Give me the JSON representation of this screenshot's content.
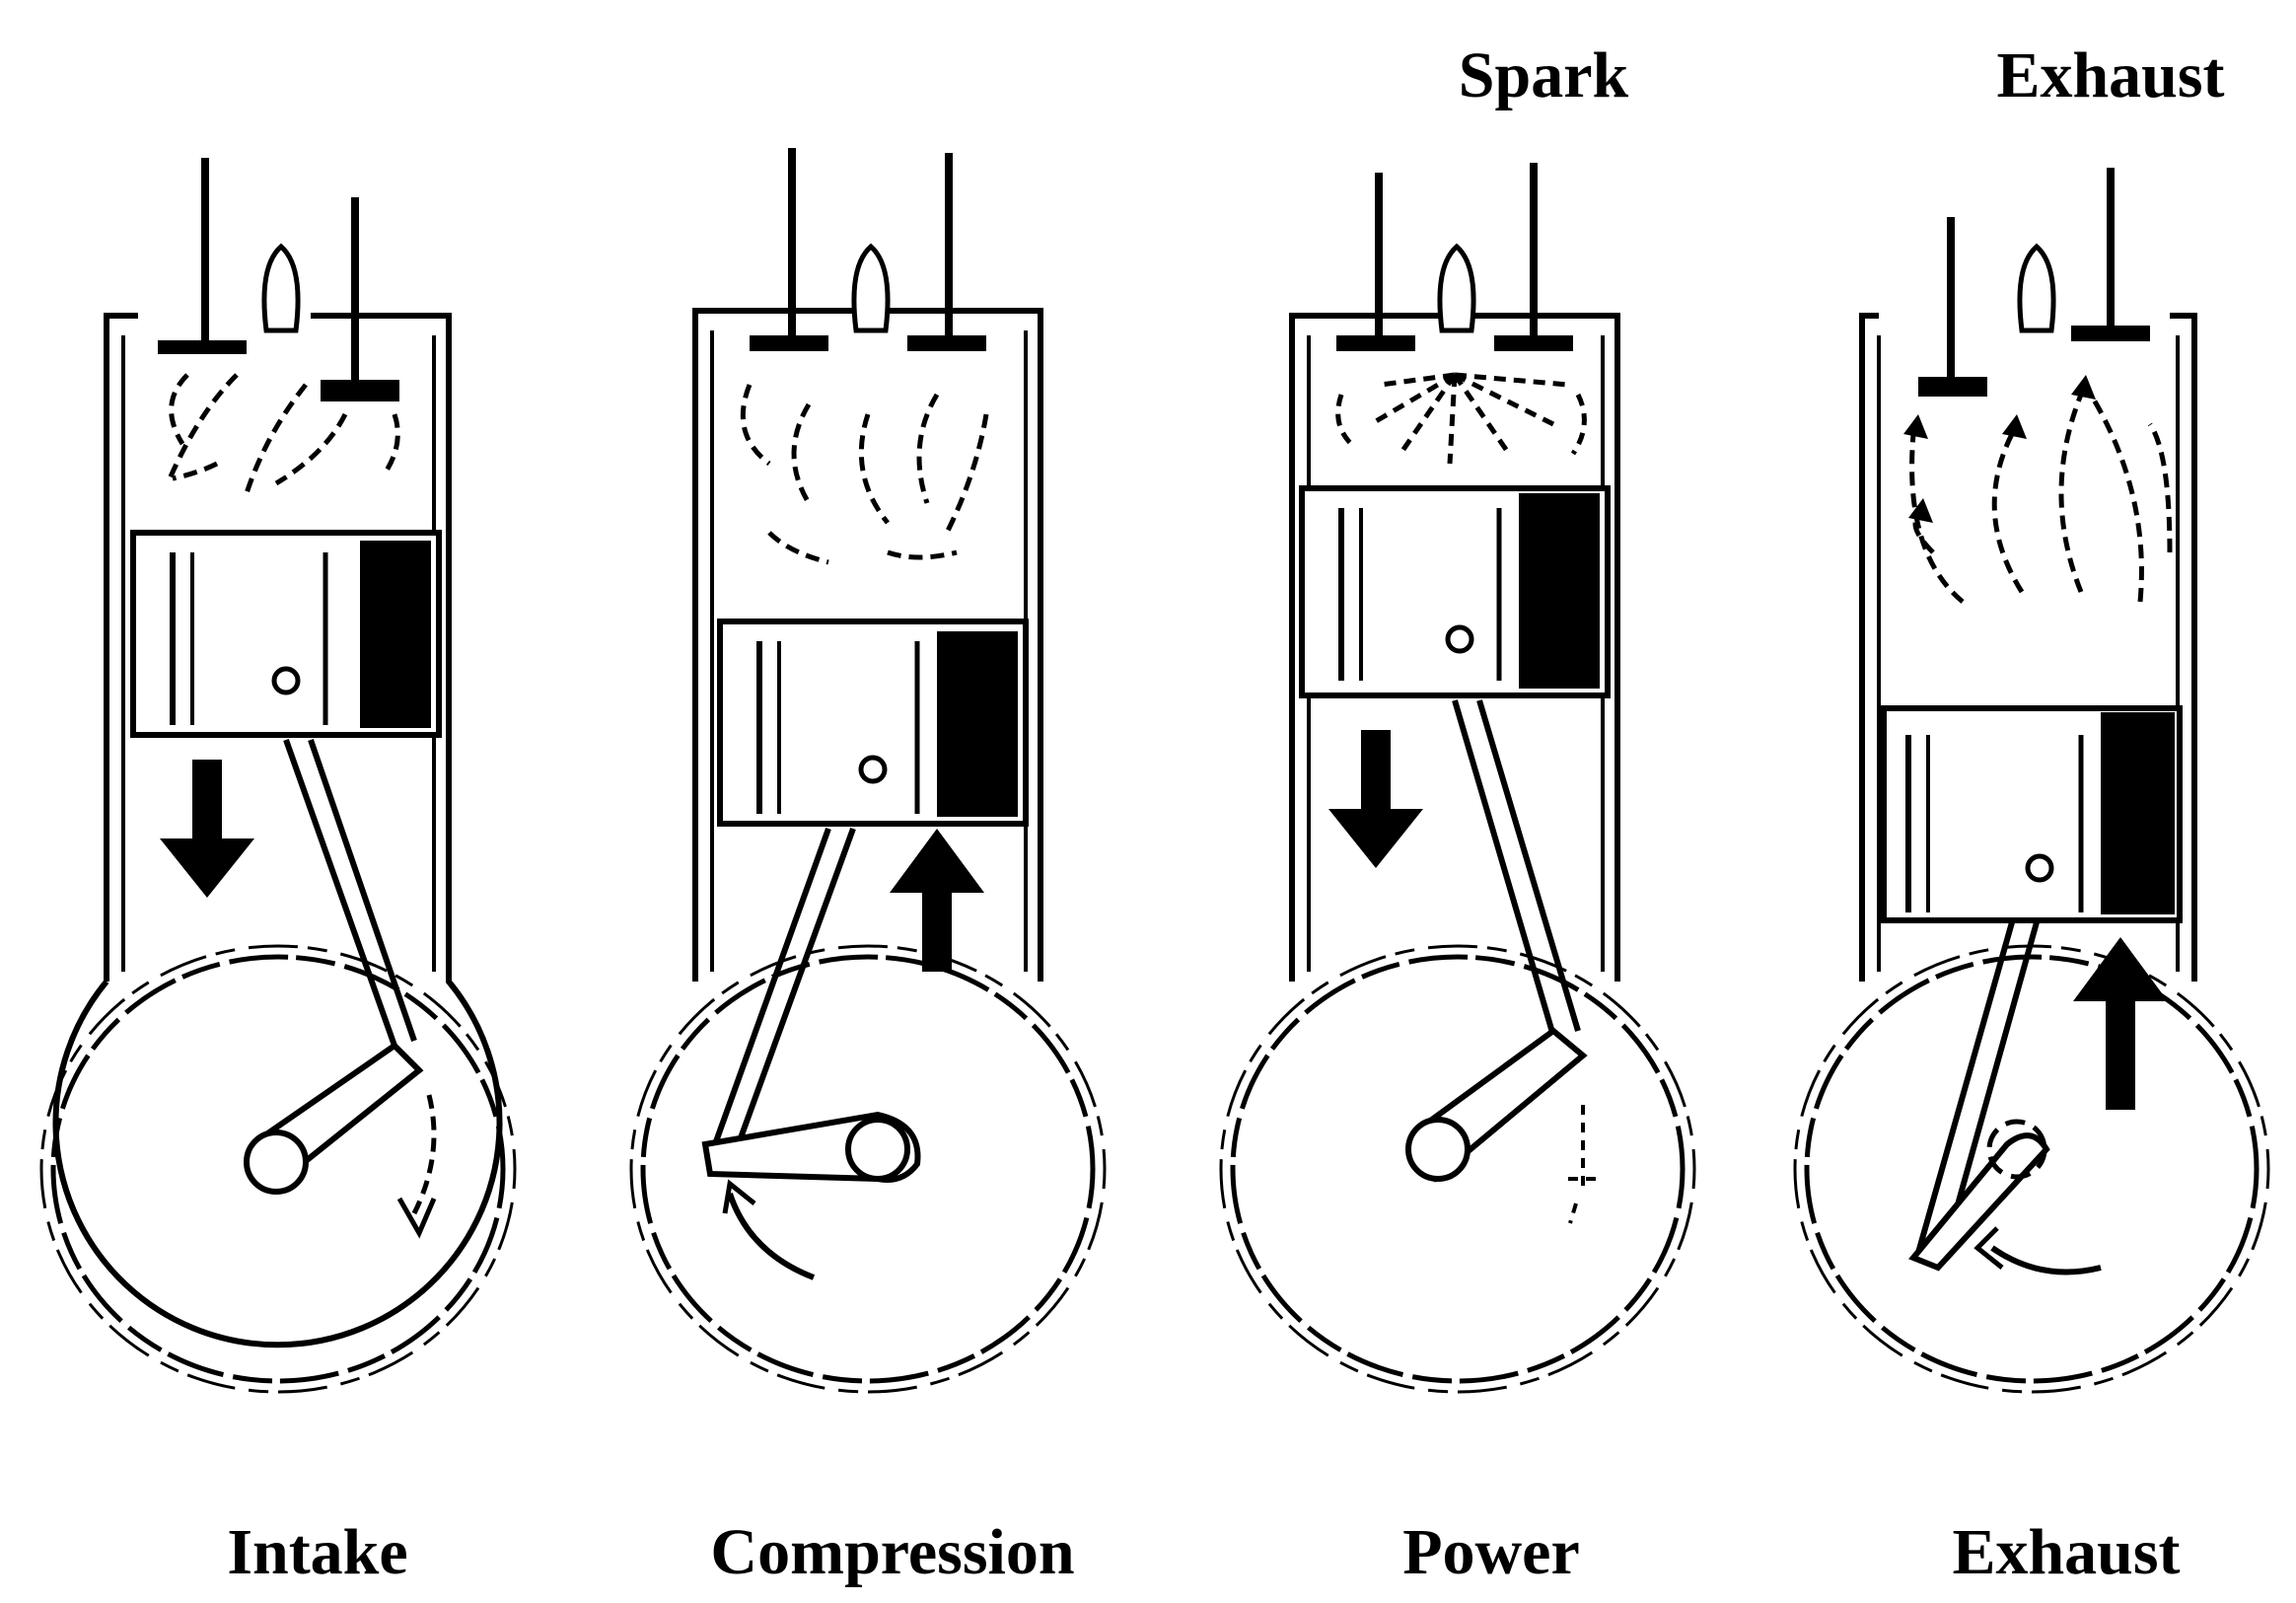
{
  "top_labels": {
    "spark": "Spark",
    "exhaust": "Exhaust"
  },
  "stages": [
    {
      "label": "Intake",
      "piston_motion": "down",
      "intake_valve": "open",
      "exhaust_valve": "closed"
    },
    {
      "label": "Compression",
      "piston_motion": "up",
      "intake_valve": "closed",
      "exhaust_valve": "closed"
    },
    {
      "label": "Power",
      "piston_motion": "down",
      "intake_valve": "closed",
      "exhaust_valve": "closed"
    },
    {
      "label": "Exhaust",
      "piston_motion": "up",
      "intake_valve": "closed",
      "exhaust_valve": "open"
    }
  ],
  "colors": {
    "ink": "#000000",
    "background": "#ffffff"
  }
}
